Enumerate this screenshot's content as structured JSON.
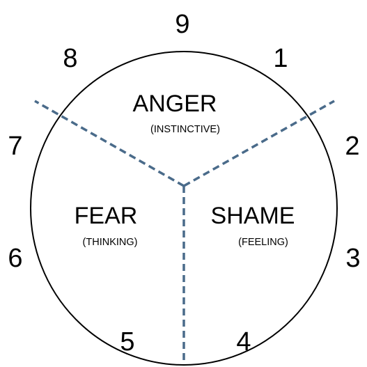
{
  "numbers": [
    "9",
    "1",
    "2",
    "3",
    "4",
    "5",
    "6",
    "7",
    "8"
  ],
  "centers": {
    "anger": {
      "label": "ANGER",
      "sub": "(INSTINCTIVE)"
    },
    "fear": {
      "label": "FEAR",
      "sub": "(THINKING)"
    },
    "shame": {
      "label": "SHAME",
      "sub": "(FEELING)"
    }
  },
  "colors": {
    "circle": "#000000",
    "divider": "#4a6b8a",
    "text": "#000000",
    "background": "#ffffff"
  }
}
